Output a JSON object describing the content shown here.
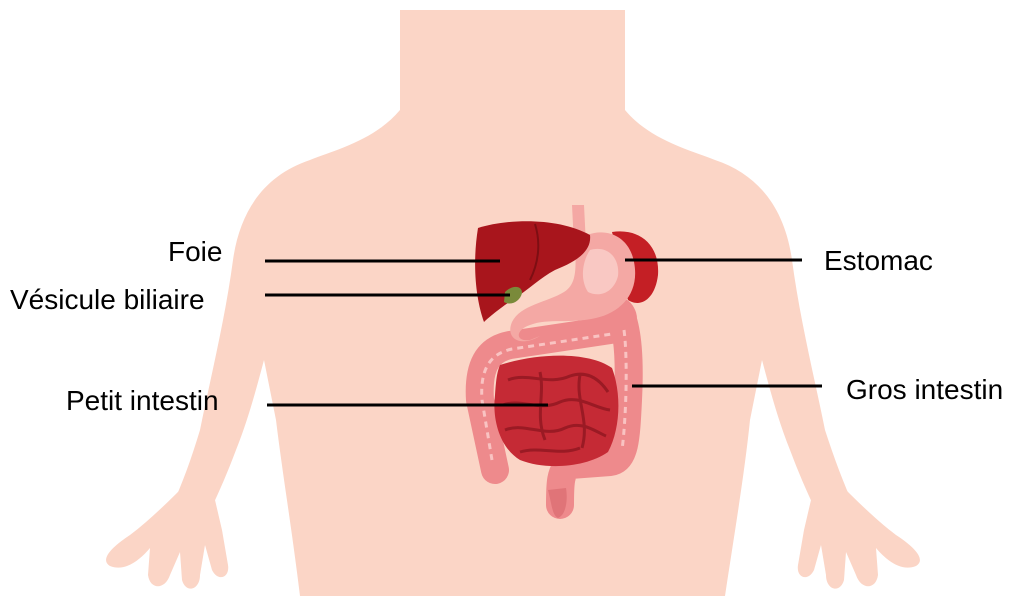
{
  "labels": {
    "foie": "Foie",
    "vesicule": "Vésicule biliaire",
    "petit_intestin": "Petit intestin",
    "estomac": "Estomac",
    "gros_intestin": "Gros intestin"
  },
  "colors": {
    "body": "#fbd5c6",
    "liver": "#a8151c",
    "liver_dark": "#7d0e13",
    "stomach": "#f4a8a4",
    "stomach_light": "#f9c8c3",
    "spleen": "#c41f25",
    "small_intestine": "#c52a35",
    "small_intestine_dark": "#9a1a24",
    "large_intestine": "#ee8a8c",
    "large_intestine_dark": "#d96a70",
    "gallbladder": "#7a8a3a",
    "leader_line": "#000000"
  }
}
